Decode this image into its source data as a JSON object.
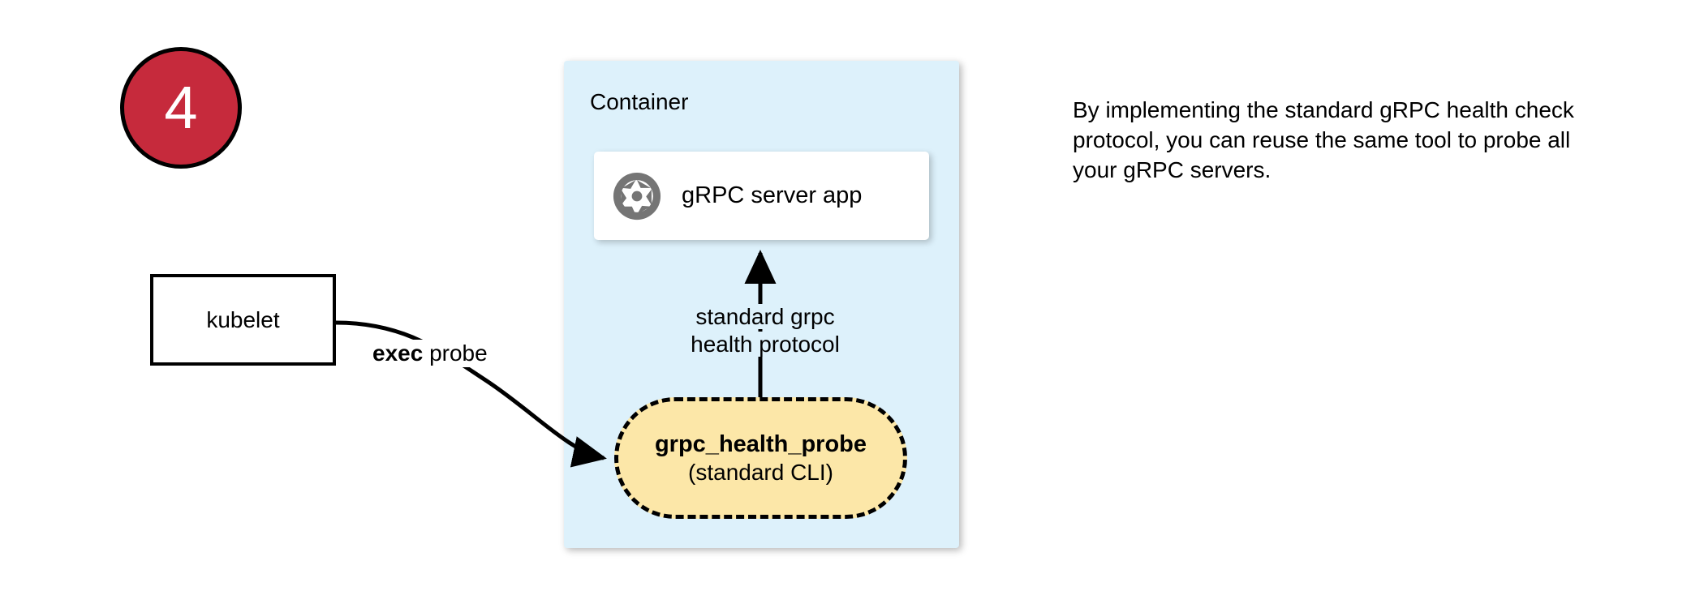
{
  "step_badge": {
    "number": "4",
    "fill_color": "#c62a3c",
    "text_color": "#ffffff",
    "border_color": "#000000"
  },
  "kubelet": {
    "label": "kubelet",
    "fill_color": "#ffffff",
    "border_color": "#000000"
  },
  "exec_probe_edge": {
    "label_bold": "exec",
    "label_rest": " probe",
    "stroke_color": "#000000"
  },
  "container": {
    "title": "Container",
    "fill_color": "#ddf1fb"
  },
  "server_card": {
    "label": "gRPC server app",
    "icon": "aperture-icon",
    "icon_color": "#757575",
    "fill_color": "#ffffff"
  },
  "protocol_edge": {
    "line1": "standard grpc",
    "line2": "health protocol",
    "stroke_color": "#000000"
  },
  "probe_pill": {
    "title": "grpc_health_probe",
    "subtitle": "(standard CLI)",
    "fill_color": "#fce7a8",
    "border_color": "#000000",
    "border_style": "dashed"
  },
  "caption": {
    "text": "By implementing the standard gRPC health check protocol, you can reuse the same tool to probe all your gRPC servers."
  }
}
